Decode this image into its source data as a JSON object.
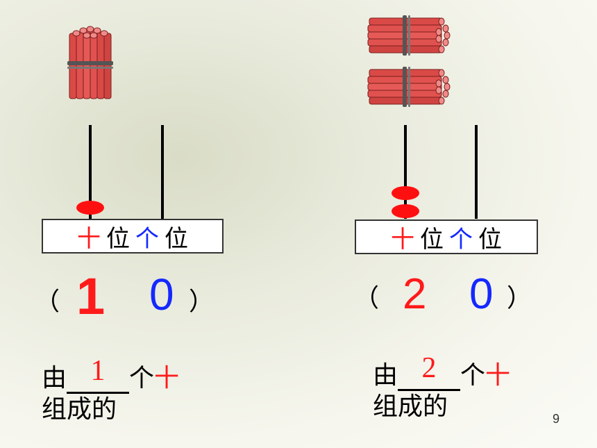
{
  "panels": [
    {
      "place_labels": {
        "tens": "十",
        "tens_suffix": "位",
        "ones": "个",
        "ones_suffix": "位"
      },
      "open_paren": "（",
      "close_paren": "）",
      "tens_digit": "1",
      "ones_digit": "0",
      "sentence": {
        "prefix": "由",
        "answer": "1",
        "mid": "个",
        "unit": "十",
        "suffix": "组成的"
      }
    },
    {
      "place_labels": {
        "tens": "十",
        "tens_suffix": "位",
        "ones": "个",
        "ones_suffix": "位"
      },
      "open_paren": "（",
      "close_paren": "）",
      "tens_digit": "2",
      "ones_digit": "0",
      "sentence": {
        "prefix": "由",
        "answer": "2",
        "mid": "个",
        "unit": "十",
        "suffix": "组成的"
      }
    }
  ],
  "page_number": "9",
  "colors": {
    "tens": "#ff1a1a",
    "ones": "#1428ff",
    "bead": "#ff1010",
    "stick": "#e0524f"
  },
  "icons": [
    "stick-bundle-icon"
  ]
}
